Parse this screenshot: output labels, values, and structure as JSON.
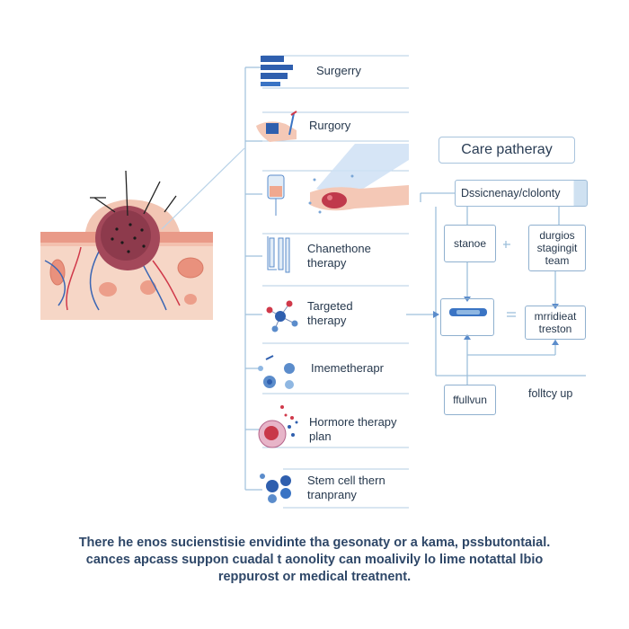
{
  "treatments": [
    {
      "label": "Surgerry",
      "icon": "surgery-tools-icon"
    },
    {
      "label": "Rurgory",
      "icon": "hand-surgery-icon"
    },
    {
      "label": "",
      "icon": "iv-drip-icon"
    },
    {
      "label": "Chanethone\ntherapy",
      "icon": "syringe-vials-icon"
    },
    {
      "label": "Targeted\ntherapy",
      "icon": "molecule-icon"
    },
    {
      "label": "Imemetherapr",
      "icon": "immune-cells-icon"
    },
    {
      "label": "Hormore therapy\nplan",
      "icon": "hormone-cell-icon"
    },
    {
      "label": "Stem cell thern\ntranprany",
      "icon": "stem-cells-icon"
    }
  ],
  "care_pathway": {
    "title": "Care patheray",
    "diagnosis": "Dssicnenay/clolonty",
    "staging": "stanoe",
    "surgical_team": "durgios\nstagingit\nteam",
    "treatment_node": "",
    "mdt": "mrridieat\ntreston",
    "follow_left": "ffullvun",
    "follow_right": "folltcy up"
  },
  "caption": {
    "line1": "There he enos sucienstisie envidinte tha gesonaty or a kama, pssbutontaial.",
    "line2": "cances apcass suppon cuadal t aonolity can moalivily lo lime notattal lbio",
    "line3": "reppurost or medical treatnent."
  },
  "colors": {
    "accent": "#2f6db5",
    "line": "#9fc0dc",
    "tumor": "#a3485a",
    "skin": "#f3cbb8"
  }
}
